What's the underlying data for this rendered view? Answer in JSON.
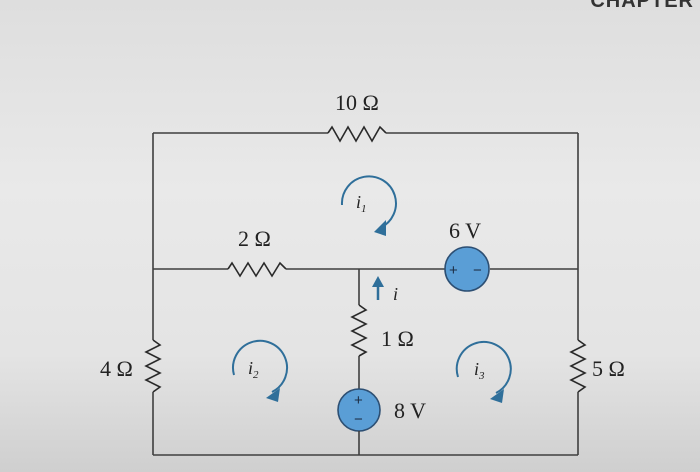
{
  "header_fragment": "CHAPTER",
  "components": {
    "r_top": "10 Ω",
    "r_mid_left": "2 Ω",
    "r_left": "4 Ω",
    "r_center": "1 Ω",
    "r_right": "5 Ω",
    "v_top": "6 V",
    "v_bottom": "8 V"
  },
  "currents": {
    "i1": "i",
    "i1_sub": "1",
    "i2": "i",
    "i2_sub": "2",
    "i3": "i",
    "i3_sub": "3",
    "i": "i"
  },
  "signs": {
    "plus": "+",
    "minus": "−"
  },
  "colors": {
    "source_fill": "#5a9ed6",
    "arrow": "#2f6f9a"
  }
}
